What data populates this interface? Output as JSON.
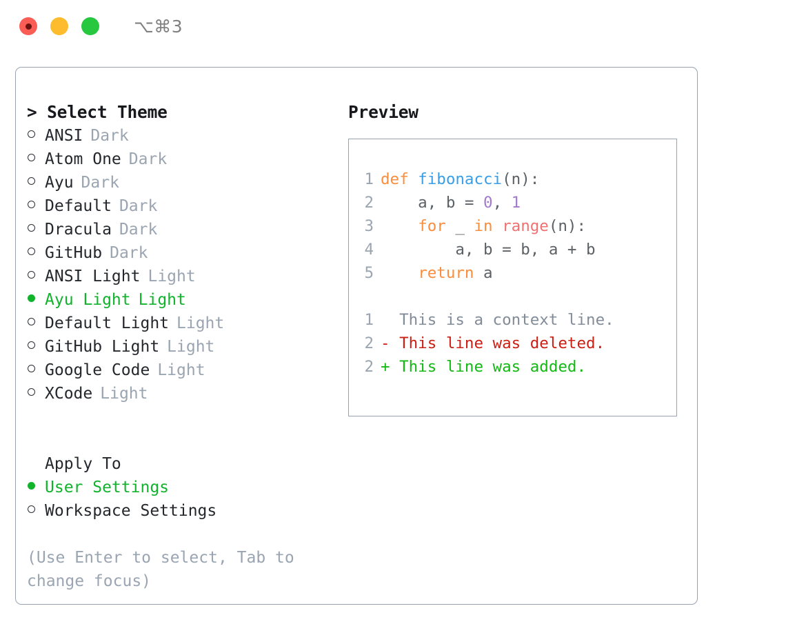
{
  "window": {
    "shortcut_label": "⌥⌘3",
    "traffic_lights": [
      {
        "name": "close-button",
        "color": "#fa5d55"
      },
      {
        "name": "minimize-button",
        "color": "#fcbc2e"
      },
      {
        "name": "maximize-button",
        "color": "#27c83f"
      }
    ]
  },
  "left": {
    "select_theme_heading": "> Select Theme",
    "themes": [
      {
        "label": "ANSI",
        "tag": "Dark",
        "selected": false
      },
      {
        "label": "Atom One",
        "tag": "Dark",
        "selected": false
      },
      {
        "label": "Ayu",
        "tag": "Dark",
        "selected": false
      },
      {
        "label": "Default",
        "tag": "Dark",
        "selected": false
      },
      {
        "label": "Dracula",
        "tag": "Dark",
        "selected": false
      },
      {
        "label": "GitHub",
        "tag": "Dark",
        "selected": false
      },
      {
        "label": "ANSI Light",
        "tag": "Light",
        "selected": false
      },
      {
        "label": "Ayu Light",
        "tag": "Light",
        "selected": true
      },
      {
        "label": "Default Light",
        "tag": "Light",
        "selected": false
      },
      {
        "label": "GitHub Light",
        "tag": "Light",
        "selected": false
      },
      {
        "label": "Google Code",
        "tag": "Light",
        "selected": false
      },
      {
        "label": "XCode",
        "tag": "Light",
        "selected": false
      }
    ],
    "apply_to_heading": "Apply To",
    "apply_to_options": [
      {
        "label": "User Settings",
        "selected": true
      },
      {
        "label": "Workspace Settings",
        "selected": false
      }
    ],
    "hint": "(Use Enter to select, Tab to change focus)"
  },
  "right": {
    "preview_heading": "Preview",
    "code_lines": [
      {
        "num": "1",
        "tokens": [
          {
            "text": "def ",
            "cls": "tok-kw"
          },
          {
            "text": "fibonacci",
            "cls": "tok-fn"
          },
          {
            "text": "(n):",
            "cls": "tok-plain"
          }
        ]
      },
      {
        "num": "2",
        "tokens": [
          {
            "text": "    a, b = ",
            "cls": "tok-plain"
          },
          {
            "text": "0",
            "cls": "tok-num"
          },
          {
            "text": ", ",
            "cls": "tok-plain"
          },
          {
            "text": "1",
            "cls": "tok-num"
          }
        ]
      },
      {
        "num": "3",
        "tokens": [
          {
            "text": "    ",
            "cls": "tok-plain"
          },
          {
            "text": "for",
            "cls": "tok-kw"
          },
          {
            "text": " _ ",
            "cls": "tok-plain"
          },
          {
            "text": "in",
            "cls": "tok-kw"
          },
          {
            "text": " ",
            "cls": "tok-plain"
          },
          {
            "text": "range",
            "cls": "tok-call"
          },
          {
            "text": "(n):",
            "cls": "tok-plain"
          }
        ]
      },
      {
        "num": "4",
        "tokens": [
          {
            "text": "        a, b = b, a + b",
            "cls": "tok-plain"
          }
        ]
      },
      {
        "num": "5",
        "tokens": [
          {
            "text": "    ",
            "cls": "tok-plain"
          },
          {
            "text": "return",
            "cls": "tok-kw"
          },
          {
            "text": " a",
            "cls": "tok-plain"
          }
        ]
      }
    ],
    "diff_lines": [
      {
        "num": "1",
        "marker": "  ",
        "text": "This is a context line.",
        "cls": "diff-ctx"
      },
      {
        "num": "2",
        "marker": "- ",
        "text": "This line was deleted.",
        "cls": "diff-del"
      },
      {
        "num": "2",
        "marker": "+ ",
        "text": "This line was added.",
        "cls": "diff-add"
      }
    ]
  },
  "colors": {
    "accent_green": "#12b32c",
    "muted": "#9aa5b1",
    "border": "#97a3b3",
    "keyword": "#fa8d3e",
    "function": "#399ee6",
    "number": "#a37acc",
    "call": "#f07171",
    "diff_add": "#14b814",
    "diff_del": "#cc1f14"
  }
}
